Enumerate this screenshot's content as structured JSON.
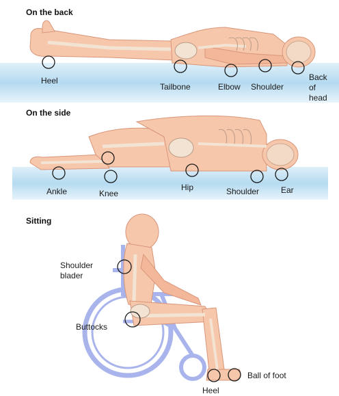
{
  "sections": {
    "back": {
      "title": "On the back",
      "labels": {
        "heel": "Heel",
        "tailbone": "Tailbone",
        "elbow": "Elbow",
        "shoulder": "Shoulder",
        "back_of_head": [
          "Back",
          "of",
          "head"
        ]
      }
    },
    "side": {
      "title": "On the side",
      "labels": {
        "ankle": "Ankle",
        "knee": "Knee",
        "hip": "Hip",
        "shoulder": "Shoulder",
        "ear": "Ear"
      }
    },
    "sitting": {
      "title": "Sitting",
      "labels": {
        "shoulder_blader": [
          "Shoulder",
          "blader"
        ],
        "buttocks": "Buttocks",
        "ball_of_foot": "Ball of foot",
        "heel": "Heel"
      }
    }
  },
  "colors": {
    "skin": "#f6c7aa",
    "skin_outline": "#d9957a",
    "bone": "#f3e3d3",
    "bone_outline": "#b99a86",
    "mattress": "#bfe0f2",
    "wheelchair": "#9aa7e8",
    "circle": "#1a1a1a"
  }
}
